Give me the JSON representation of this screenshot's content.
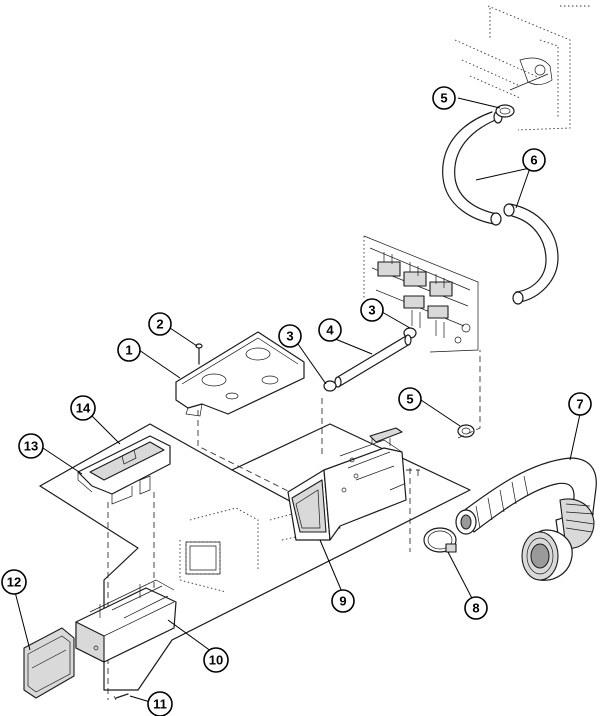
{
  "callouts": {
    "c1": "1",
    "c2": "2",
    "c3a": "3",
    "c3b": "3",
    "c4": "4",
    "c5a": "5",
    "c5b": "5",
    "c6": "6",
    "c7": "7",
    "c8": "8",
    "c9": "9",
    "c10": "10",
    "c11": "11",
    "c12": "12",
    "c13": "13",
    "c14": "14"
  }
}
